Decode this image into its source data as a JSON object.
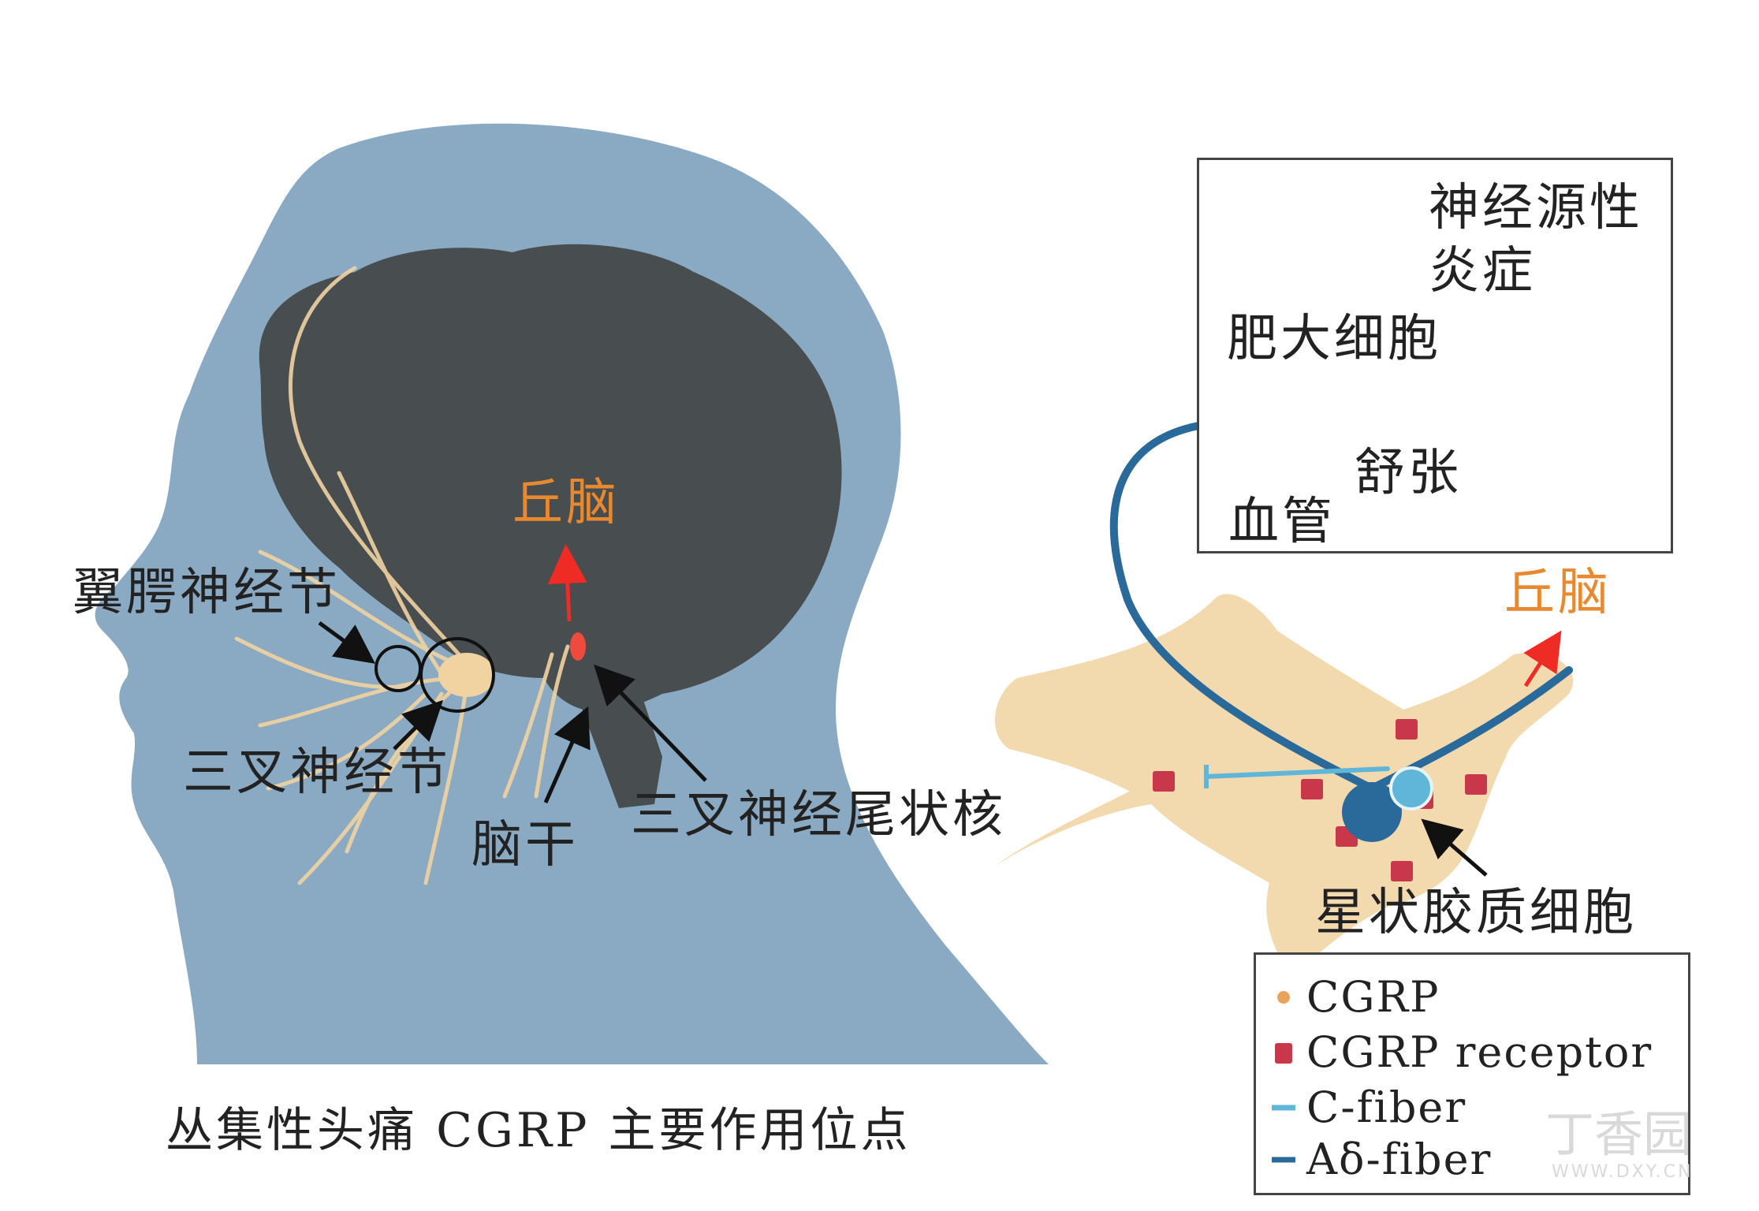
{
  "labels": {
    "pterygopalatine_ganglion": "翼腭神经节",
    "trigeminal_ganglion": "三叉神经节",
    "thalamus_left": "丘脑",
    "brainstem": "脑干",
    "trigeminal_nucleus_caudalis": "三叉神经尾状核",
    "thalamus_right": "丘脑",
    "astrocyte": "星状胶质细胞",
    "neurogenic_inflammation_line1": "神经源性",
    "neurogenic_inflammation_line2": "炎症",
    "mast_cell": "肥大细胞",
    "blood_vessel": "血管",
    "dilation": "舒张"
  },
  "caption": "丛集性头痛 CGRP 主要作用位点",
  "legend": [
    {
      "label": "CGRP",
      "swatch": "dot",
      "color": "#e9a35a"
    },
    {
      "label": "CGRP receptor",
      "swatch": "receptor",
      "color": "#c8384a"
    },
    {
      "label": "C-fiber",
      "swatch": "line",
      "color": "#5fb6d9"
    },
    {
      "label": "Aδ-fiber",
      "swatch": "line",
      "color": "#2a6a9a"
    }
  ],
  "watermark": {
    "brand": "丁香园",
    "url": "WWW.DXY.CN"
  },
  "colors": {
    "head": "#8aa9c2",
    "brain": "#484d50",
    "nerve": "#f1d3a2",
    "orange_label": "#e8892f",
    "red_arrow": "#ee2b24",
    "fiber_dark": "#2a6a9a",
    "fiber_light": "#5fb6d9",
    "mast_cell": "#8fd98a",
    "receptor": "#c8384a"
  }
}
